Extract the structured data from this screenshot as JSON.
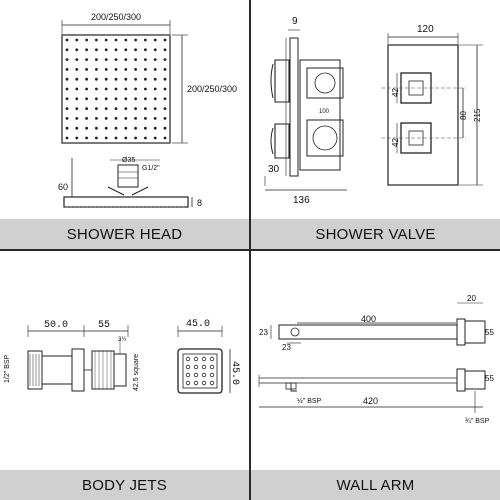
{
  "panels": {
    "shower_head": {
      "label": "SHOWER HEAD",
      "dim_top": "200/250/300",
      "dim_side": "200/250/300",
      "dim_diameter": "Ø35",
      "dim_thread": "G1/2\"",
      "dim_height": "60",
      "dim_thickness": "8"
    },
    "shower_valve": {
      "label": "SHOWER VALVE",
      "dim_top": "9",
      "dim_width": "120",
      "dim_42a": "42",
      "dim_42b": "42",
      "dim_80": "80",
      "dim_215": "215",
      "dim_100": "100",
      "dim_30": "30",
      "dim_136": "136"
    },
    "body_jets": {
      "label": "BODY JETS",
      "dim_50": "50.0",
      "dim_55": "55",
      "dim_45_top": "45.0",
      "dim_45_side": "45.0",
      "dim_bsp": "1/2\" BSP",
      "dim_square": "42.5 square"
    },
    "wall_arm": {
      "label": "WALL ARM",
      "dim_400": "400",
      "dim_20": "20",
      "dim_23a": "23",
      "dim_23b": "23",
      "dim_55a": "55",
      "dim_55b": "55",
      "dim_420": "420",
      "dim_bsp_a": "½\" BSP",
      "dim_bsp_b": "¾\" BSP"
    }
  }
}
